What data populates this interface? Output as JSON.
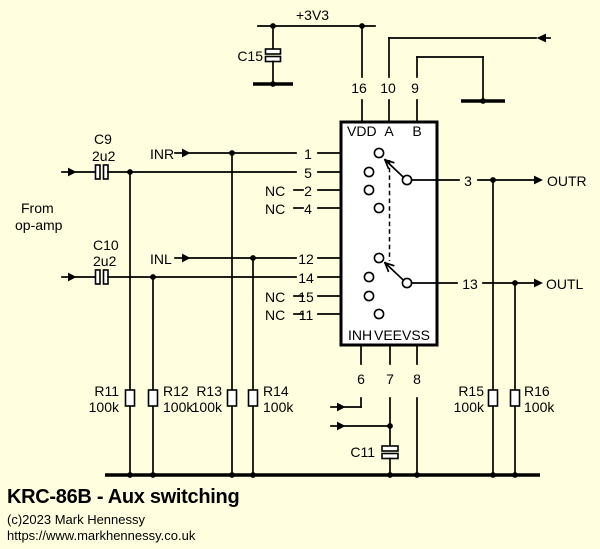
{
  "colors": {
    "background": "#FFFFE0",
    "line": "#000000",
    "ic_fill": "#FFFFFF"
  },
  "power": {
    "label": "+3V3"
  },
  "input_note": {
    "line1": "From",
    "line2": "op-amp"
  },
  "signals": {
    "inr": "INR",
    "inl": "INL",
    "outr": "OUTR",
    "outl": "OUTL"
  },
  "nc_label": "NC",
  "ic": {
    "top_labels": [
      "VDD",
      "A",
      "B"
    ],
    "top_pin_numbers": [
      "16",
      "10",
      "9"
    ],
    "bottom_labels": [
      "INH",
      "VEE",
      "VSS"
    ],
    "bottom_pin_numbers": [
      "6",
      "7",
      "8"
    ],
    "left_pin_numbers": [
      "1",
      "5",
      "2",
      "4",
      "12",
      "14",
      "15",
      "11"
    ],
    "right_pin_numbers": [
      "3",
      "13"
    ]
  },
  "components": {
    "c15": {
      "ref": "C15"
    },
    "c9": {
      "ref": "C9",
      "value": "2u2"
    },
    "c10": {
      "ref": "C10",
      "value": "2u2"
    },
    "c11": {
      "ref": "C11"
    },
    "r11": {
      "ref": "R11",
      "value": "100k"
    },
    "r12": {
      "ref": "R12",
      "value": "100k"
    },
    "r13": {
      "ref": "R13",
      "value": "100k"
    },
    "r14": {
      "ref": "R14",
      "value": "100k"
    },
    "r15": {
      "ref": "R15",
      "value": "100k"
    },
    "r16": {
      "ref": "R16",
      "value": "100k"
    }
  },
  "footer": {
    "title": "KRC-86B - Aux switching",
    "copyright": "(c)2023 Mark Hennessy",
    "url": "https://www.markhennessy.co.uk"
  }
}
